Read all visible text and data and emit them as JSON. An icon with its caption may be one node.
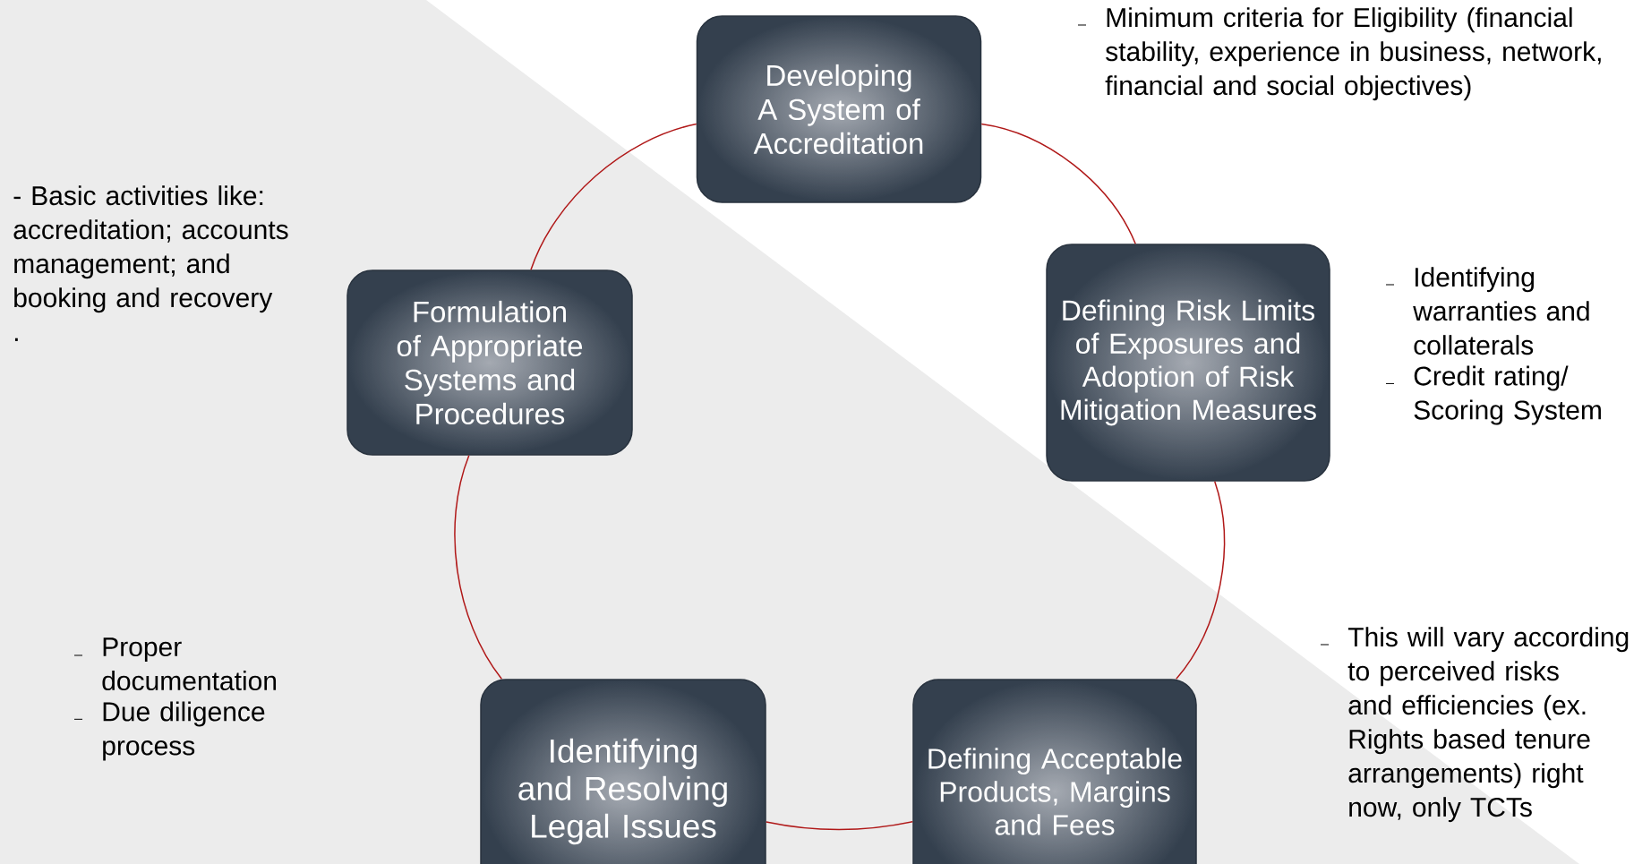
{
  "diagram": {
    "nodes": [
      {
        "text": [
          "Developing A System of Accreditation"
        ]
      },
      {
        "text": [
          "Defining Risk Limits of Exposures and Adoption of Risk Mitigation Measures"
        ],
        "beside": [
          "Identifying warranties and collaterals",
          "Credit rating/ Scoring System"
        ]
      },
      {
        "text": [
          "Defining Acceptable Products, Margins and Fees"
        ]
      },
      {
        "text": [
          "Identifying and Resolving Legal Issues"
        ],
        "beside": [
          "Proper documentation",
          "Due diligence process"
        ]
      },
      {
        "text": [
          "Formulation of Appropriate Systems and Procedures"
        ],
        "beside": [
          "- Basic activities like: accreditation; accounts management; and booking and recovery ."
        ]
      }
    ],
    "edges": [
      {
        "from": 0,
        "to": 1,
        "arrow": "none"
      },
      {
        "from": 1,
        "to": 2,
        "arrow": "none"
      },
      {
        "from": 2,
        "to": 3,
        "arrow": "none"
      },
      {
        "from": 3,
        "to": 4,
        "arrow": "none"
      },
      {
        "from": 4,
        "to": 0,
        "arrow": "none"
      }
    ],
    "labels": [
      "Minimum criteria for Eligibility (financial stability, experience in business, network, financial and social objectives)",
      "This will vary according to perceived risks and efficiencies (ex. Rights based tenure arrangements) right now, only TCTs"
    ]
  }
}
